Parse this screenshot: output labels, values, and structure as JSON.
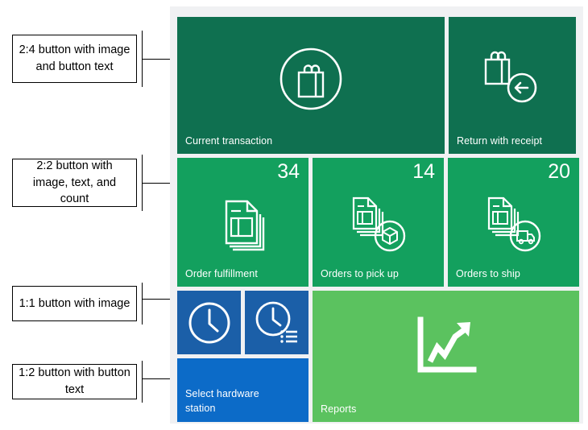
{
  "annotations": [
    {
      "id": "ann-2x4",
      "text": "2:4 button with image and button text"
    },
    {
      "id": "ann-2x2",
      "text": "2:2 button with image, text, and count"
    },
    {
      "id": "ann-1x1",
      "text": "1:1 button with image"
    },
    {
      "id": "ann-1x2",
      "text": "1:2 button with button text"
    }
  ],
  "tiles": [
    {
      "id": "current-transaction",
      "label": "Current transaction",
      "count": "",
      "icon": "shopping-bag-circle-icon",
      "color": "#0f7050",
      "size": "2:4"
    },
    {
      "id": "return-with-receipt",
      "label": "Return with receipt",
      "count": "",
      "icon": "shopping-bag-return-icon",
      "color": "#0f7050",
      "size": "2:2"
    },
    {
      "id": "order-fulfillment",
      "label": "Order fulfillment",
      "count": "34",
      "icon": "documents-stack-icon",
      "color": "#13a05e",
      "size": "2:2"
    },
    {
      "id": "orders-to-pick-up",
      "label": "Orders to pick up",
      "count": "14",
      "icon": "documents-package-icon",
      "color": "#13a05e",
      "size": "2:2"
    },
    {
      "id": "orders-to-ship",
      "label": "Orders to ship",
      "count": "20",
      "icon": "documents-truck-icon",
      "color": "#13a05e",
      "size": "2:2"
    },
    {
      "id": "clock",
      "label": "",
      "count": "",
      "icon": "clock-icon",
      "color": "#1b5fa8",
      "size": "1:1"
    },
    {
      "id": "clock-list",
      "label": "",
      "count": "",
      "icon": "clock-list-icon",
      "color": "#1b5fa8",
      "size": "1:1"
    },
    {
      "id": "select-hardware-station",
      "label": "Select hardware\nstation",
      "count": "",
      "icon": "",
      "color": "#0c6bc8",
      "size": "1:2"
    },
    {
      "id": "reports",
      "label": "Reports",
      "count": "",
      "icon": "chart-arrow-up-icon",
      "color": "#5bc25f",
      "size": "2:2"
    }
  ],
  "colors": {
    "canvas_background": "#f0f1f3",
    "page_background": "#ffffff",
    "dark_green": "#0f7050",
    "green": "#13a05e",
    "light_green": "#5bc25f",
    "dark_blue": "#1b5fa8",
    "blue": "#0c6bc8",
    "tile_text": "#ffffff",
    "annotation_text": "#000000"
  }
}
